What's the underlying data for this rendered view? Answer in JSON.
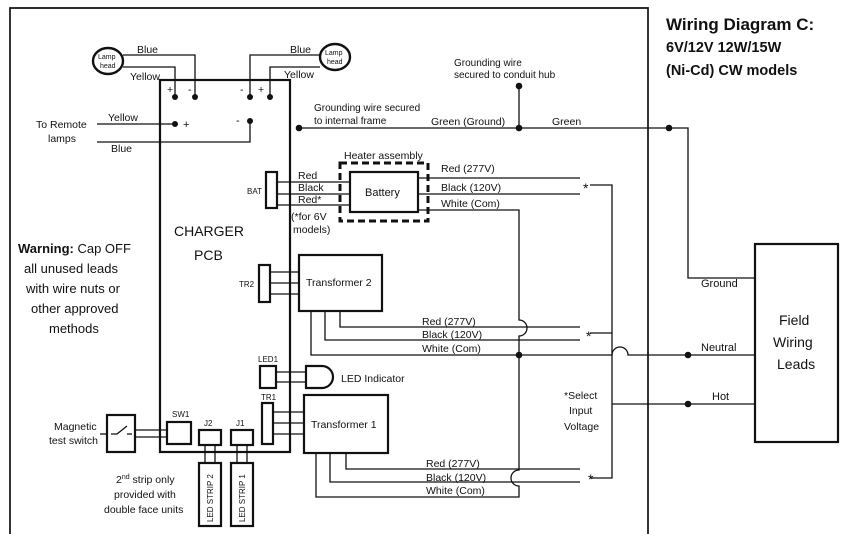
{
  "title": {
    "line1": "Wiring Diagram C:",
    "line2": "6V/12V 12W/15W",
    "line3": "(Ni-Cd) CW models"
  },
  "lamp_left": {
    "label_top": "Lamp",
    "label_bottom": "head",
    "wire_top": "Blue",
    "wire_bottom": "Yellow",
    "plus": "+",
    "minus": "-"
  },
  "lamp_right": {
    "label_top": "Lamp",
    "label_bottom": "head",
    "wire_top": "Blue",
    "wire_bottom": "Yellow",
    "minus": "-",
    "plus": "+"
  },
  "remote": {
    "label_line1": "To Remote",
    "label_line2": "lamps",
    "wire_yellow": "Yellow",
    "wire_blue": "Blue",
    "plus": "+",
    "minus": "-"
  },
  "charger": {
    "line1": "CHARGER",
    "line2": "PCB"
  },
  "warning": {
    "bold": "Warning:",
    "line1_rest": " Cap OFF",
    "line2": "all unused  leads",
    "line3": "with wire nuts or",
    "line4": "other approved",
    "line5": "methods"
  },
  "grounding": {
    "conduit_line1": "Grounding wire",
    "conduit_line2": "secured to conduit hub",
    "frame_line1": "Grounding wire secured",
    "frame_line2": "to internal frame",
    "green_ground": "Green (Ground)",
    "green": "Green"
  },
  "battery": {
    "heater_label": "Heater assembly",
    "label": "Battery",
    "connector": "BAT",
    "wire_red": "Red",
    "wire_black": "Black",
    "wire_red_star": "Red*",
    "note_line1": "(*for 6V",
    "note_line2": "models)"
  },
  "voltage_leads": {
    "red_277": "Red (277V)",
    "black_120": "Black (120V)",
    "white_com": "White (Com)",
    "star": "*"
  },
  "transformer2": {
    "label": "Transformer 2",
    "connector": "TR2"
  },
  "transformer1": {
    "label": "Transformer 1",
    "connector": "TR1"
  },
  "led": {
    "connector": "LED1",
    "label": "LED Indicator"
  },
  "switch": {
    "label_line1": "Magnetic",
    "label_line2": "test switch",
    "connector": "SW1"
  },
  "connectors": {
    "j1": "J1",
    "j2": "J2"
  },
  "strips": {
    "strip2": "LED STRIP 2",
    "strip1": "LED STRIP 1",
    "note_line1_pre": "2",
    "note_line1_sup": "nd",
    "note_line1_post": " strip only",
    "note_line2": "provided with",
    "note_line3": "double face units"
  },
  "select_voltage": {
    "line1": "*Select",
    "line2": "Input",
    "line3": "Voltage"
  },
  "field": {
    "line1": "Field",
    "line2": "Wiring",
    "line3": "Leads",
    "ground": "Ground",
    "neutral": "Neutral",
    "hot": "Hot"
  }
}
